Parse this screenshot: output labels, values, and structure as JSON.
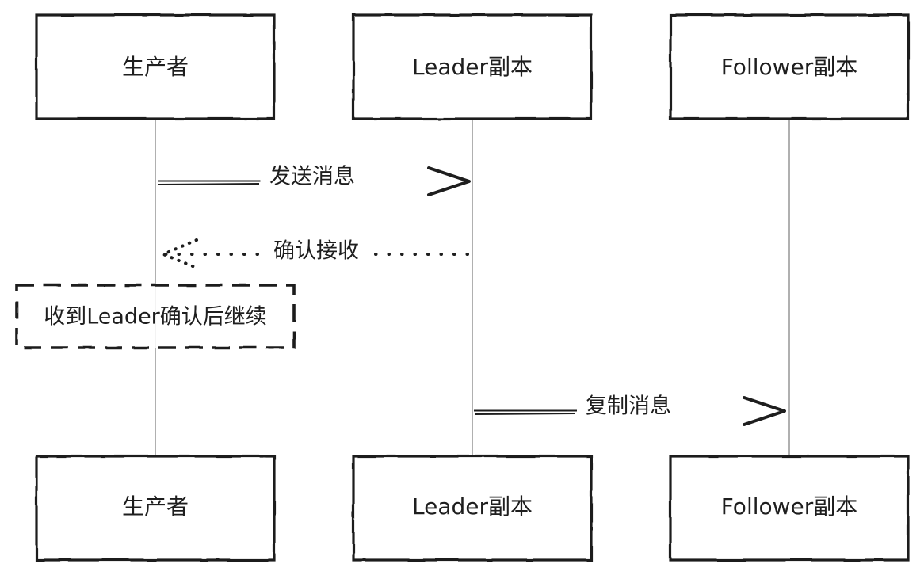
{
  "participants": [
    {
      "id": "producer",
      "label": "生产者"
    },
    {
      "id": "leader",
      "label": "Leader副本"
    },
    {
      "id": "follower",
      "label": "Follower副本"
    }
  ],
  "messages": [
    {
      "from": "producer",
      "to": "leader",
      "label": "发送消息",
      "style": "solid"
    },
    {
      "from": "leader",
      "to": "producer",
      "label": "确认接收",
      "style": "dotted"
    },
    {
      "from": "leader",
      "to": "follower",
      "label": "复制消息",
      "style": "solid"
    }
  ],
  "note": {
    "over": "producer",
    "label": "收到Leader确认后继续"
  },
  "colors": {
    "stroke": "#1e1e1e",
    "lifeline": "#b0b0b0",
    "background": "#ffffff"
  }
}
